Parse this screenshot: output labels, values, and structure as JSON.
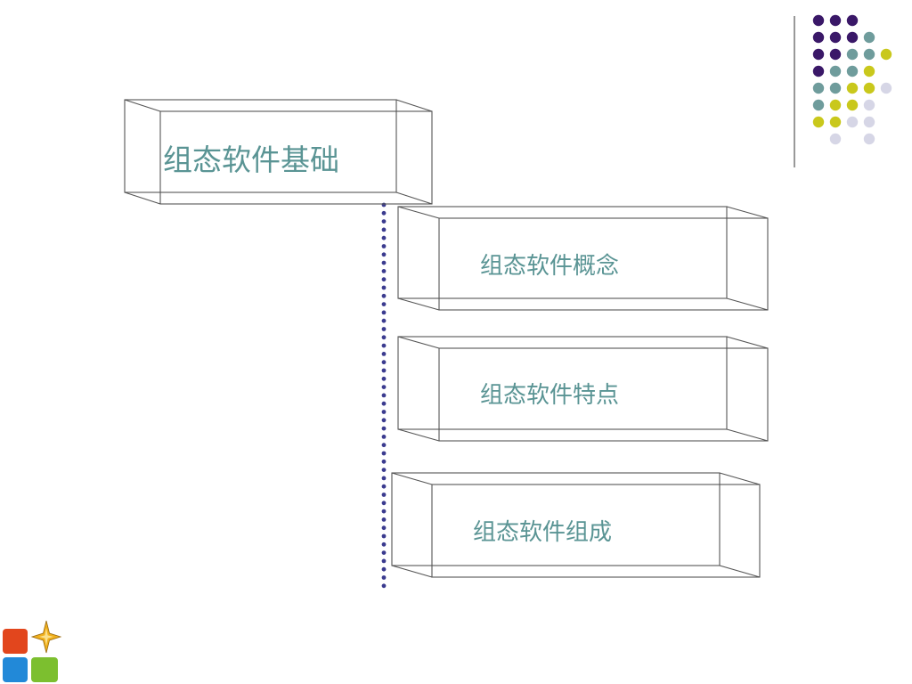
{
  "title": "组态软件基础",
  "items": [
    {
      "label": "组态软件概念"
    },
    {
      "label": "组态软件特点"
    },
    {
      "label": "组态软件组成"
    }
  ],
  "colors": {
    "text": "#5a9494",
    "line": "#555555",
    "connector": "#3b3b8f",
    "dot_grid": [
      "#3a1868",
      "#6f9c9c",
      "#c9c81c",
      "#d6d6e6"
    ],
    "logo": [
      "#e2461d",
      "#2289d8",
      "#7cbf2f",
      "#f0b01c"
    ]
  },
  "icons": {
    "decoration": "dot-grid-icon",
    "logo": "logo-icon"
  }
}
